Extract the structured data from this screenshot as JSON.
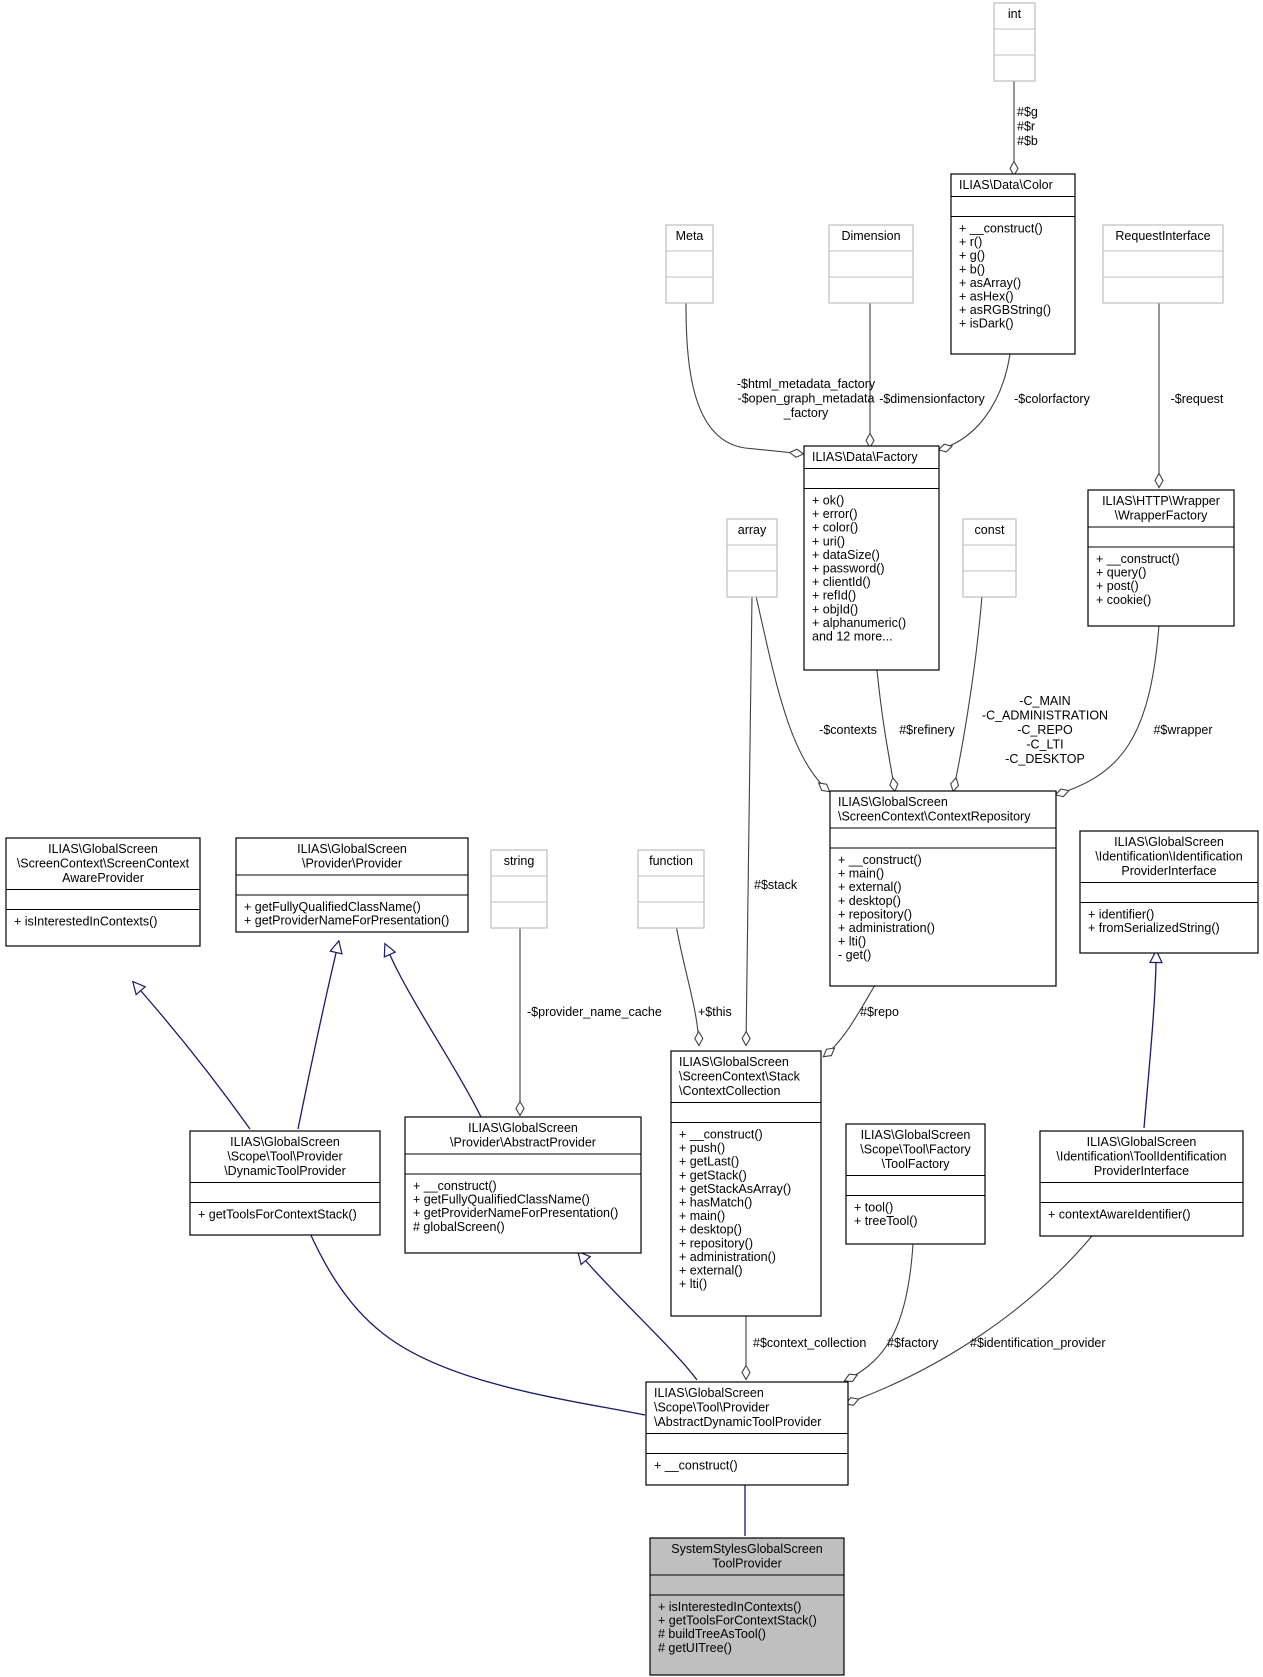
{
  "colors": {
    "node_border": "#000000",
    "ghost_border": "#bfbfbf",
    "focus_fill": "#bfbfbf",
    "inherit_edge": "#191970",
    "assoc_edge": "#404040"
  },
  "classes": {
    "int": {
      "title": [
        "int"
      ],
      "members": []
    },
    "color": {
      "title": [
        "ILIAS\\Data\\Color"
      ],
      "members": [
        "+ __construct()",
        "+ r()",
        "+ g()",
        "+ b()",
        "+ asArray()",
        "+ asHex()",
        "+ asRGBString()",
        "+ isDark()"
      ]
    },
    "meta": {
      "title": [
        "Meta"
      ],
      "members": []
    },
    "dimension": {
      "title": [
        "Dimension"
      ],
      "members": []
    },
    "request_interface": {
      "title": [
        "RequestInterface"
      ],
      "members": []
    },
    "factory": {
      "title": [
        "ILIAS\\Data\\Factory"
      ],
      "members": [
        "+ ok()",
        "+ error()",
        "+ color()",
        "+ uri()",
        "+ dataSize()",
        "+ password()",
        "+ clientId()",
        "+ refId()",
        "+ objId()",
        "+ alphanumeric()",
        "and 12 more..."
      ]
    },
    "array": {
      "title": [
        "array"
      ],
      "members": []
    },
    "const": {
      "title": [
        "const"
      ],
      "members": []
    },
    "wrapper_factory": {
      "title": [
        "ILIAS\\HTTP\\Wrapper",
        "\\WrapperFactory"
      ],
      "members": [
        "+ __construct()",
        "+ query()",
        "+ post()",
        "+ cookie()"
      ]
    },
    "screen_context_aware": {
      "title": [
        "ILIAS\\GlobalScreen",
        "\\ScreenContext\\ScreenContext",
        "AwareProvider"
      ],
      "members": [
        "+ isInterestedInContexts()"
      ]
    },
    "provider": {
      "title": [
        "ILIAS\\GlobalScreen",
        "\\Provider\\Provider"
      ],
      "members": [
        "+ getFullyQualifiedClassName()",
        "+ getProviderNameForPresentation()"
      ]
    },
    "string": {
      "title": [
        "string"
      ],
      "members": []
    },
    "function": {
      "title": [
        "function"
      ],
      "members": []
    },
    "context_repository": {
      "title": [
        "ILIAS\\GlobalScreen",
        "\\ScreenContext\\ContextRepository"
      ],
      "members": [
        "+ __construct()",
        "+ main()",
        "+ external()",
        "+ desktop()",
        "+ repository()",
        "+ administration()",
        "+ lti()",
        "- get()"
      ]
    },
    "identification_provider": {
      "title": [
        "ILIAS\\GlobalScreen",
        "\\Identification\\Identification",
        "ProviderInterface"
      ],
      "members": [
        "+ identifier()",
        "+ fromSerializedString()"
      ]
    },
    "dynamic_tool_provider": {
      "title": [
        "ILIAS\\GlobalScreen",
        "\\Scope\\Tool\\Provider",
        "\\DynamicToolProvider"
      ],
      "members": [
        "+ getToolsForContextStack()"
      ]
    },
    "abstract_provider": {
      "title": [
        "ILIAS\\GlobalScreen",
        "\\Provider\\AbstractProvider"
      ],
      "members": [
        "+ __construct()",
        "+ getFullyQualifiedClassName()",
        "+ getProviderNameForPresentation()",
        "# globalScreen()"
      ]
    },
    "context_collection": {
      "title": [
        "ILIAS\\GlobalScreen",
        "\\ScreenContext\\Stack",
        "\\ContextCollection"
      ],
      "members": [
        "+ __construct()",
        "+ push()",
        "+ getLast()",
        "+ getStack()",
        "+ getStackAsArray()",
        "+ hasMatch()",
        "+ main()",
        "+ desktop()",
        "+ repository()",
        "+ administration()",
        "+ external()",
        "+ lti()"
      ]
    },
    "tool_factory": {
      "title": [
        "ILIAS\\GlobalScreen",
        "\\Scope\\Tool\\Factory",
        "\\ToolFactory"
      ],
      "members": [
        "+ tool()",
        "+ treeTool()"
      ]
    },
    "tool_identification": {
      "title": [
        "ILIAS\\GlobalScreen",
        "\\Identification\\ToolIdentification",
        "ProviderInterface"
      ],
      "members": [
        "+ contextAwareIdentifier()"
      ]
    },
    "abstract_dynamic_tool_provider": {
      "title": [
        "ILIAS\\GlobalScreen",
        "\\Scope\\Tool\\Provider",
        "\\AbstractDynamicToolProvider"
      ],
      "members": [
        "+ __construct()"
      ]
    },
    "system_styles_provider": {
      "title": [
        "SystemStylesGlobalScreen",
        "ToolProvider"
      ],
      "members": [
        "+ isInterestedInContexts()",
        "+ getToolsForContextStack()",
        "# buildTreeAsTool()",
        "# getUITree()"
      ]
    }
  },
  "edge_labels": {
    "int_color": [
      "#$g",
      "#$r",
      "#$b"
    ],
    "meta_factory": [
      "-$html_metadata_factory",
      "-$open_graph_metadata",
      "_factory"
    ],
    "dimension_factory": [
      "-$dimensionfactory"
    ],
    "color_factory": [
      "-$colorfactory"
    ],
    "request_wrapper": [
      "-$request"
    ],
    "array_repo": [
      "-$contexts"
    ],
    "factory_repo": [
      "#$refinery"
    ],
    "const_repo": [
      "-C_MAIN",
      "-C_ADMINISTRATION",
      "-C_REPO",
      "-C_LTI",
      "-C_DESKTOP"
    ],
    "wrapper_repo": [
      "#$wrapper"
    ],
    "array_collection": [
      "#$stack"
    ],
    "string_abstract": [
      "-$provider_name_cache"
    ],
    "function_collection": [
      "+$this"
    ],
    "repo_collection": [
      "#$repo"
    ],
    "collection_adtp": [
      "#$context_collection"
    ],
    "toolfactory_adtp": [
      "#$factory"
    ],
    "toolident_adtp": [
      "#$identification_provider"
    ]
  }
}
